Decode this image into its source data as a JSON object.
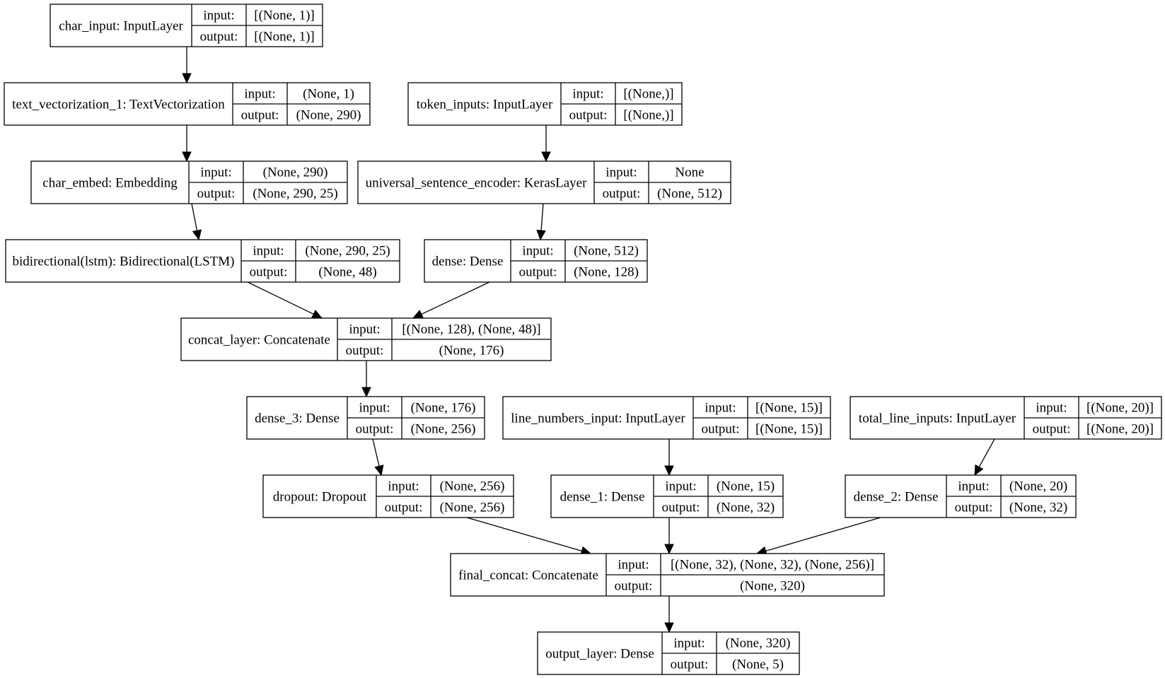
{
  "nodes": [
    {
      "id": "char_input",
      "name": "char_input: InputLayer",
      "input_label": "input:",
      "input": "[(None, 1)]",
      "output_label": "output:",
      "output": "[(None, 1)]"
    },
    {
      "id": "text_vectorization_1",
      "name": "text_vectorization_1: TextVectorization",
      "input_label": "input:",
      "input": "(None, 1)",
      "output_label": "output:",
      "output": "(None, 290)"
    },
    {
      "id": "token_inputs",
      "name": "token_inputs: InputLayer",
      "input_label": "input:",
      "input": "[(None,)]",
      "output_label": "output:",
      "output": "[(None,)]"
    },
    {
      "id": "char_embed",
      "name": "char_embed: Embedding",
      "input_label": "input:",
      "input": "(None, 290)",
      "output_label": "output:",
      "output": "(None, 290, 25)"
    },
    {
      "id": "universal_sentence_encoder",
      "name": "universal_sentence_encoder: KerasLayer",
      "input_label": "input:",
      "input": "None",
      "output_label": "output:",
      "output": "(None, 512)"
    },
    {
      "id": "bidirectional_lstm",
      "name": "bidirectional(lstm): Bidirectional(LSTM)",
      "input_label": "input:",
      "input": "(None, 290, 25)",
      "output_label": "output:",
      "output": "(None, 48)"
    },
    {
      "id": "dense",
      "name": "dense: Dense",
      "input_label": "input:",
      "input": "(None, 512)",
      "output_label": "output:",
      "output": "(None, 128)"
    },
    {
      "id": "concat_layer",
      "name": "concat_layer: Concatenate",
      "input_label": "input:",
      "input": "[(None, 128), (None, 48)]",
      "output_label": "output:",
      "output": "(None, 176)"
    },
    {
      "id": "dense_3",
      "name": "dense_3: Dense",
      "input_label": "input:",
      "input": "(None, 176)",
      "output_label": "output:",
      "output": "(None, 256)"
    },
    {
      "id": "line_numbers_input",
      "name": "line_numbers_input: InputLayer",
      "input_label": "input:",
      "input": "[(None, 15)]",
      "output_label": "output:",
      "output": "[(None, 15)]"
    },
    {
      "id": "total_line_inputs",
      "name": "total_line_inputs: InputLayer",
      "input_label": "input:",
      "input": "[(None, 20)]",
      "output_label": "output:",
      "output": "[(None, 20)]"
    },
    {
      "id": "dropout",
      "name": "dropout: Dropout",
      "input_label": "input:",
      "input": "(None, 256)",
      "output_label": "output:",
      "output": "(None, 256)"
    },
    {
      "id": "dense_1",
      "name": "dense_1: Dense",
      "input_label": "input:",
      "input": "(None, 15)",
      "output_label": "output:",
      "output": "(None, 32)"
    },
    {
      "id": "dense_2",
      "name": "dense_2: Dense",
      "input_label": "input:",
      "input": "(None, 20)",
      "output_label": "output:",
      "output": "(None, 32)"
    },
    {
      "id": "final_concat",
      "name": "final_concat: Concatenate",
      "input_label": "input:",
      "input": "[(None, 32), (None, 32), (None, 256)]",
      "output_label": "output:",
      "output": "(None, 320)"
    },
    {
      "id": "output_layer",
      "name": "output_layer: Dense",
      "input_label": "input:",
      "input": "(None, 320)",
      "output_label": "output:",
      "output": "(None, 5)"
    }
  ],
  "edges": [
    {
      "from": "char_input",
      "to": "text_vectorization_1"
    },
    {
      "from": "text_vectorization_1",
      "to": "char_embed"
    },
    {
      "from": "token_inputs",
      "to": "universal_sentence_encoder"
    },
    {
      "from": "char_embed",
      "to": "bidirectional_lstm"
    },
    {
      "from": "universal_sentence_encoder",
      "to": "dense"
    },
    {
      "from": "bidirectional_lstm",
      "to": "concat_layer"
    },
    {
      "from": "dense",
      "to": "concat_layer"
    },
    {
      "from": "concat_layer",
      "to": "dense_3"
    },
    {
      "from": "dense_3",
      "to": "dropout"
    },
    {
      "from": "line_numbers_input",
      "to": "dense_1"
    },
    {
      "from": "total_line_inputs",
      "to": "dense_2"
    },
    {
      "from": "dropout",
      "to": "final_concat"
    },
    {
      "from": "dense_1",
      "to": "final_concat"
    },
    {
      "from": "dense_2",
      "to": "final_concat"
    },
    {
      "from": "final_concat",
      "to": "output_layer"
    }
  ]
}
